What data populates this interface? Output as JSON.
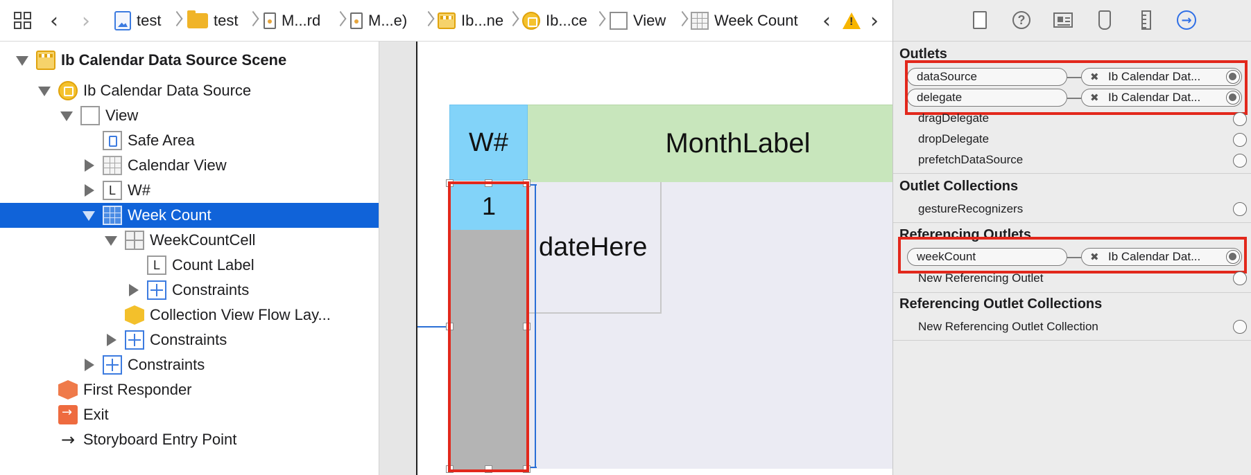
{
  "jumpbar": {
    "crumbs": [
      "test",
      "test",
      "M...rd",
      "M...e)",
      "Ib...ne",
      "Ib...ce",
      "View",
      "Week Count"
    ]
  },
  "navigator": {
    "items": [
      {
        "label": "Ib Calendar Data Source Scene",
        "icon": "scene-icon",
        "bold": true
      },
      {
        "label": "Ib Calendar Data Source",
        "icon": "view-controller-icon"
      },
      {
        "label": "View",
        "icon": "view-icon"
      },
      {
        "label": "Safe Area",
        "icon": "safe-area-icon"
      },
      {
        "label": "Calendar View",
        "icon": "collection-view-icon"
      },
      {
        "label": "W#",
        "icon": "label-icon",
        "glyph": "L"
      },
      {
        "label": "Week Count",
        "icon": "collection-view-icon",
        "selected": true
      },
      {
        "label": "WeekCountCell",
        "icon": "collection-cell-icon"
      },
      {
        "label": "Count Label",
        "icon": "label-icon",
        "glyph": "L"
      },
      {
        "label": "Constraints",
        "icon": "constraints-icon"
      },
      {
        "label": "Collection View Flow Lay...",
        "icon": "flow-layout-icon"
      },
      {
        "label": "Constraints",
        "icon": "constraints-icon"
      },
      {
        "label": "Constraints",
        "icon": "constraints-icon"
      },
      {
        "label": "First Responder",
        "icon": "first-responder-icon"
      },
      {
        "label": "Exit",
        "icon": "exit-icon"
      },
      {
        "label": "Storyboard Entry Point",
        "icon": "entry-point-icon",
        "glyph": "→"
      }
    ]
  },
  "canvas": {
    "week_header": "W#",
    "month_label": "MonthLabel",
    "week_cell": "1",
    "date_cell": "dateHere"
  },
  "inspector": {
    "outlets_title": "Outlets",
    "connected_outlets": [
      {
        "name": "dataSource",
        "target": "Ib Calendar Dat..."
      },
      {
        "name": "delegate",
        "target": "Ib Calendar Dat..."
      }
    ],
    "unconnected_outlets": [
      "dragDelegate",
      "dropDelegate",
      "prefetchDataSource"
    ],
    "outlet_collections_title": "Outlet Collections",
    "outlet_collections": [
      "gestureRecognizers"
    ],
    "referencing_title": "Referencing Outlets",
    "referencing_outlets": [
      {
        "name": "weekCount",
        "target": "Ib Calendar Dat..."
      }
    ],
    "new_referencing": "New Referencing Outlet",
    "referencing_collections_title": "Referencing Outlet Collections",
    "new_referencing_collection": "New Referencing Outlet Collection"
  },
  "colors": {
    "selection": "#1063d9",
    "week_blue": "#82d3f9",
    "month_green": "#c8e6bc",
    "highlight_red": "#e2281c",
    "connections_tab": "#2f6fe6"
  }
}
